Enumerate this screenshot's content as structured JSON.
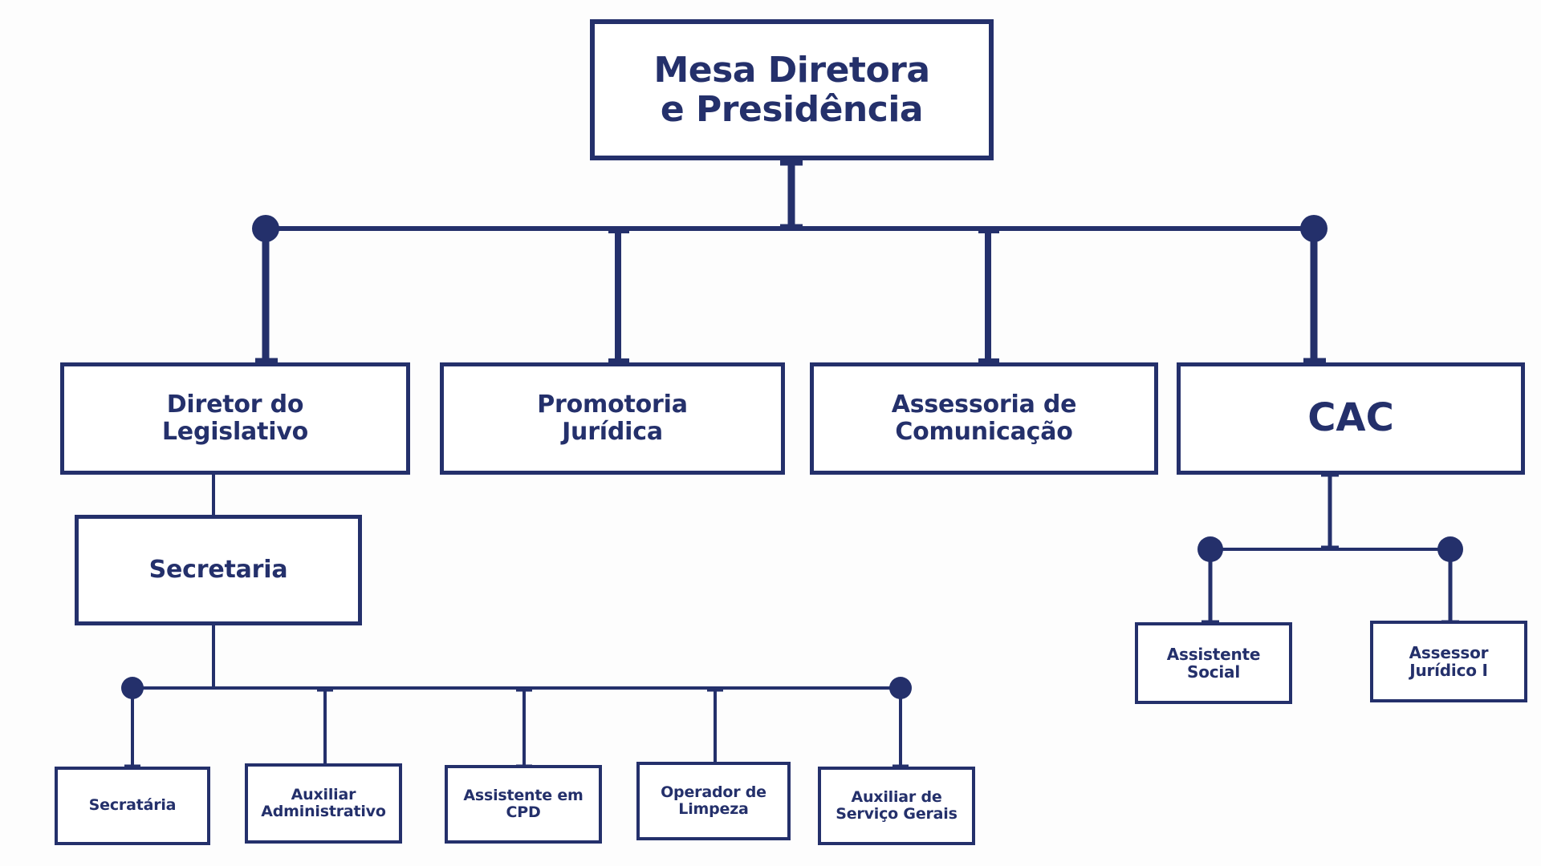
{
  "diagram": {
    "title": "Organograma",
    "colors": {
      "accent": "#24306b",
      "box_fill": "#ffffff",
      "background": "#fdfdfd"
    },
    "nodes": {
      "root": {
        "label": "Mesa Diretora\ne Presidência"
      },
      "diretor_legislativo": {
        "label": "Diretor do\nLegislativo"
      },
      "promotoria_juridica": {
        "label": "Promotoria\nJurídica"
      },
      "assessoria_comunicacao": {
        "label": "Assessoria de\nComunicação"
      },
      "cac": {
        "label": "CAC"
      },
      "secretaria": {
        "label": "Secretaria"
      },
      "secratria": {
        "label": "Secratária"
      },
      "auxiliar_administrativo": {
        "label": "Auxiliar\nAdministrativo"
      },
      "assistente_cpd": {
        "label": "Assistente em\nCPD"
      },
      "operador_limpeza": {
        "label": "Operador de\nLimpeza"
      },
      "auxiliar_servico_gerais": {
        "label": "Auxiliar de\nServiço Gerais"
      },
      "assistente_social": {
        "label": "Assistente\nSocial"
      },
      "assessor_juridico_i": {
        "label": "Assessor\nJurídico I"
      }
    }
  }
}
